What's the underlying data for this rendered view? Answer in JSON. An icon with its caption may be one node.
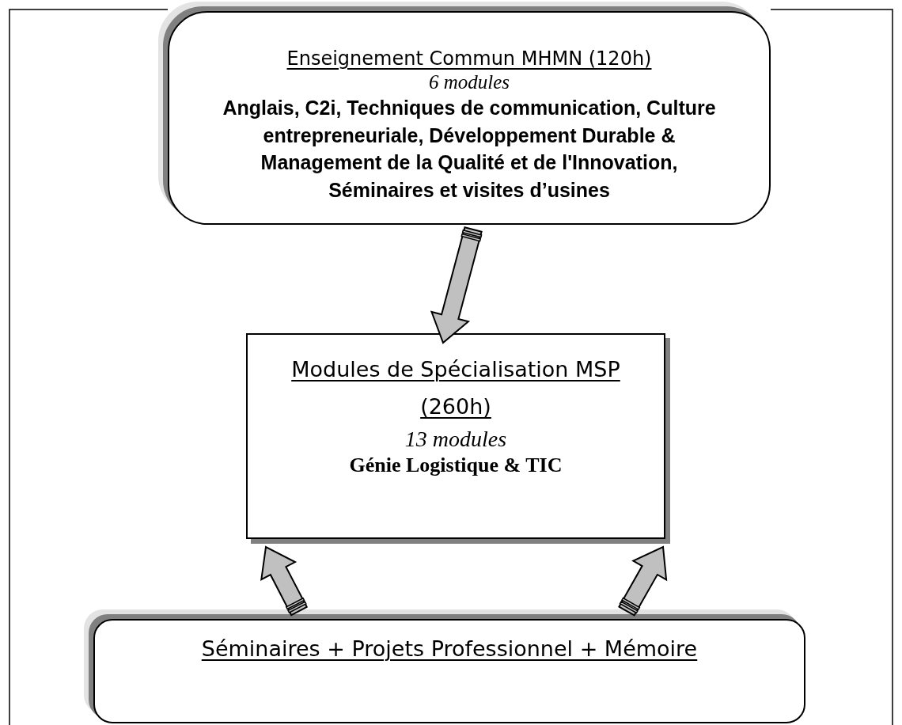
{
  "diagram": {
    "nodes": [
      {
        "text": [
          "Enseignement Commun MHMN (120h)",
          "6 modules",
          "Anglais, C2i, Techniques de communication, Culture entrepreneuriale, Développement Durable & Management de la Qualité et de l'Innovation, Séminaires et visites d’usines"
        ]
      },
      {
        "text": [
          "Modules de Spécialisation MSP (260h)",
          "13 modules",
          "Génie Logistique & TIC"
        ]
      },
      {
        "text": [
          "Séminaires + Projets Professionnel + Mémoire"
        ]
      }
    ],
    "edges": [
      {
        "from": 0,
        "to": 1,
        "arrow": "to"
      },
      {
        "from": 2,
        "to": 1,
        "arrow": "to"
      },
      {
        "from": 2,
        "to": 1,
        "arrow": "to"
      }
    ]
  }
}
